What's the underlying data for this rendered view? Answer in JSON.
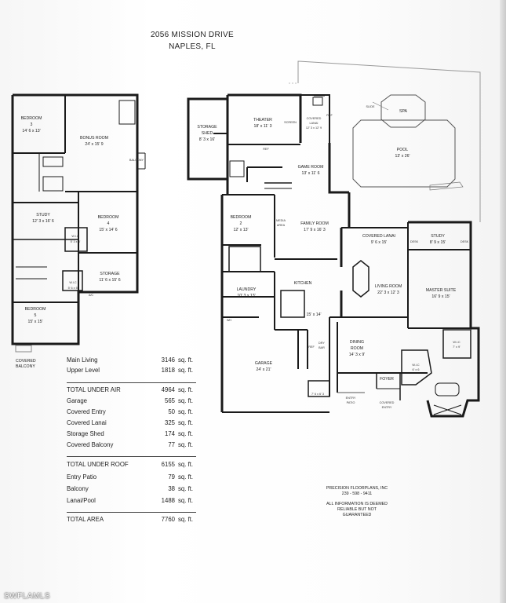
{
  "header": {
    "address": "2056 MISSION DRIVE",
    "city": "NAPLES, FL"
  },
  "rooms_upper": {
    "bedroom3": {
      "name": "BEDROOM",
      "num": "3",
      "dim": "14' 6 x 13'"
    },
    "bonus": {
      "name": "BONUS ROOM",
      "dim": "24' x 15' 9"
    },
    "balcony": "BALCONY",
    "study": {
      "name": "STUDY",
      "dim": "12' 3 x 16' 6"
    },
    "wic1": {
      "name": "W.I.C",
      "dim": "5' 3 x 5'"
    },
    "bedroom4": {
      "name": "BEDROOM",
      "num": "4",
      "dim": "15' x 14' 6"
    },
    "storage": {
      "name": "STORAGE",
      "dim": "11' 6 x 15' 6"
    },
    "wic2": {
      "name": "W.I.C",
      "dim": "5' 6 x 5'"
    },
    "ac": "A/C",
    "bedroom5": {
      "name": "BEDROOM",
      "num": "5",
      "dim": "15' x 15'"
    },
    "covered_balcony": [
      "COVERED",
      "BALCONY"
    ]
  },
  "rooms_main": {
    "storage_shed": {
      "name1": "STORAGE",
      "name2": "SHED",
      "dim": "8' 3 x 16'"
    },
    "theater": {
      "name": "THEATER",
      "dim": "18' x 11' 3"
    },
    "screen": "SCREEN",
    "covered_lanai1": {
      "name1": "COVERED",
      "name2": "LANAI",
      "dim": "12' 3 x 12' 9"
    },
    "ref1": "REF",
    "slide": "SLIDE",
    "spa": "SPA",
    "pool": {
      "name": "POOL",
      "dim": "13' x 26'"
    },
    "game_room": {
      "name": "GAME ROOM",
      "dim": "13' x 11' 6"
    },
    "ref2": "REF",
    "bedroom2": {
      "name": "BEDROOM",
      "num": "2",
      "dim": "12' x 13'"
    },
    "media_area": [
      "MEDIA",
      "AREA"
    ],
    "family_room": {
      "name": "FAMILY ROOM",
      "dim": "17' 9 x 16' 3"
    },
    "covered_lanai2": {
      "name": "COVERED LANAI",
      "dim": "9' 6 x 15'"
    },
    "study": {
      "name": "STUDY",
      "dim": "8' 9 x 15'"
    },
    "desk1": "DESK",
    "desk2": "DESK",
    "kitchen": {
      "name": "KITCHEN",
      "dim": "15' x 14'"
    },
    "laundry": {
      "name": "LAUNDRY",
      "dim": "10' 3 x 13'"
    },
    "living_room": {
      "name": "LIVING ROOM",
      "dim": "22' 3 x 12' 3"
    },
    "master_suite": {
      "name": "MASTER SUITE",
      "dim": "16' 9 x 15'"
    },
    "wh": "WH",
    "ref3": "REF",
    "dry_bar": [
      "DRY",
      "BAR"
    ],
    "dining": {
      "name1": "DINING",
      "name2": "ROOM",
      "dim": "14' 3 x 9'"
    },
    "wic3": {
      "name": "W.I.C",
      "dim": "7' x 9'"
    },
    "wic4": {
      "name": "W.I.C",
      "dim": "6' x 6"
    },
    "garage": {
      "name": "GARAGE",
      "dim": "24' x 21'"
    },
    "foyer": "FOYER",
    "closet": "7' 6 x 6' 3",
    "entry_patio": [
      "ENTRY",
      "PATIO"
    ],
    "covered_entry": [
      "COVERED",
      "ENTRY"
    ]
  },
  "areas": {
    "group1": [
      {
        "label": "Main Living",
        "value": "3146",
        "unit": "sq. ft."
      },
      {
        "label": "Upper Level",
        "value": "1818",
        "unit": "sq. ft."
      }
    ],
    "group2": [
      {
        "label": "TOTAL UNDER AIR",
        "value": "4964",
        "unit": "sq. ft."
      },
      {
        "label": "Garage",
        "value": "565",
        "unit": "sq. ft."
      },
      {
        "label": "Covered Entry",
        "value": "50",
        "unit": "sq. ft."
      },
      {
        "label": "Covered Lanai",
        "value": "325",
        "unit": "sq. ft."
      },
      {
        "label": "Storage Shed",
        "value": "174",
        "unit": "sq. ft."
      },
      {
        "label": "Covered Balcony",
        "value": "77",
        "unit": "sq. ft."
      }
    ],
    "group3": [
      {
        "label": "TOTAL UNDER ROOF",
        "value": "6155",
        "unit": "sq. ft."
      },
      {
        "label": "Entry Patio",
        "value": "79",
        "unit": "sq. ft."
      },
      {
        "label": "Balcony",
        "value": "38",
        "unit": "sq. ft."
      },
      {
        "label": "Lanai/Pool",
        "value": "1488",
        "unit": "sq. ft."
      }
    ],
    "group4": [
      {
        "label": "TOTAL AREA",
        "value": "7760",
        "unit": "sq. ft."
      }
    ]
  },
  "credit": {
    "company": "PRECISION FLOORPLANS, INC",
    "phone": "239 - 598 - 9411",
    "disclaimer": [
      "ALL INFORMATION IS DEEMED",
      "RELIABLE BUT NOT",
      "GUARANTEED"
    ]
  },
  "watermark": "SWFLAMLS"
}
